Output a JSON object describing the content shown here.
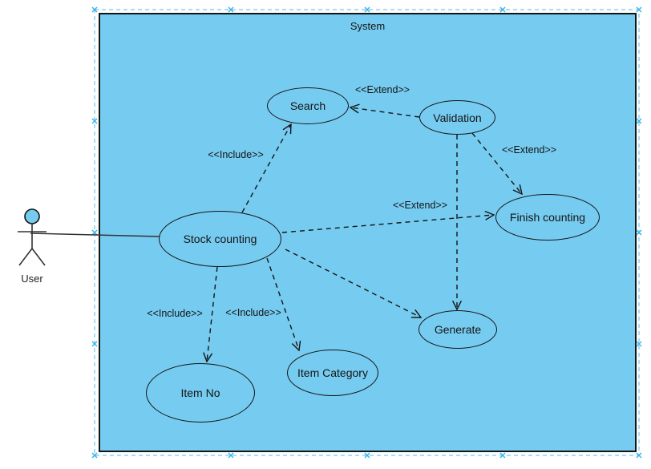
{
  "diagram": {
    "system_label": "System",
    "actor": {
      "label": "User"
    },
    "nodes": [
      {
        "id": "search",
        "label": "Search"
      },
      {
        "id": "validation",
        "label": "Validation"
      },
      {
        "id": "stock-counting",
        "label": "Stock counting"
      },
      {
        "id": "finish-counting",
        "label": "Finish counting"
      },
      {
        "id": "generate",
        "label": "Generate"
      },
      {
        "id": "item-no",
        "label": "Item No"
      },
      {
        "id": "item-category",
        "label": "Item Category"
      }
    ],
    "edges": [
      {
        "from": "Stock counting",
        "to": "Search",
        "label": "<<Include>>",
        "style": "dashed-open-arrow"
      },
      {
        "from": "Validation",
        "to": "Search",
        "label": "<<Extend>>",
        "style": "dashed-open-arrow"
      },
      {
        "from": "Validation",
        "to": "Finish counting",
        "label": "<<Extend>>",
        "style": "dashed-open-arrow"
      },
      {
        "from": "Stock counting",
        "to": "Finish counting",
        "label": "<<Extend>>",
        "style": "dashed-open-arrow"
      },
      {
        "from": "Validation",
        "to": "Generate",
        "label": "",
        "style": "dashed-open-arrow"
      },
      {
        "from": "Stock counting",
        "to": "Generate",
        "label": "",
        "style": "dashed-open-arrow"
      },
      {
        "from": "Stock counting",
        "to": "Item No",
        "label": "<<Include>>",
        "style": "dashed-open-arrow"
      },
      {
        "from": "Stock counting",
        "to": "Item Category",
        "label": "<<Include>>",
        "style": "dashed-open-arrow"
      },
      {
        "from": "User",
        "to": "Stock counting",
        "label": "",
        "style": "solid"
      }
    ],
    "colors": {
      "shape_fill": "#76CBF0",
      "stroke": "#151515",
      "selection": "#2FB3E8"
    }
  }
}
